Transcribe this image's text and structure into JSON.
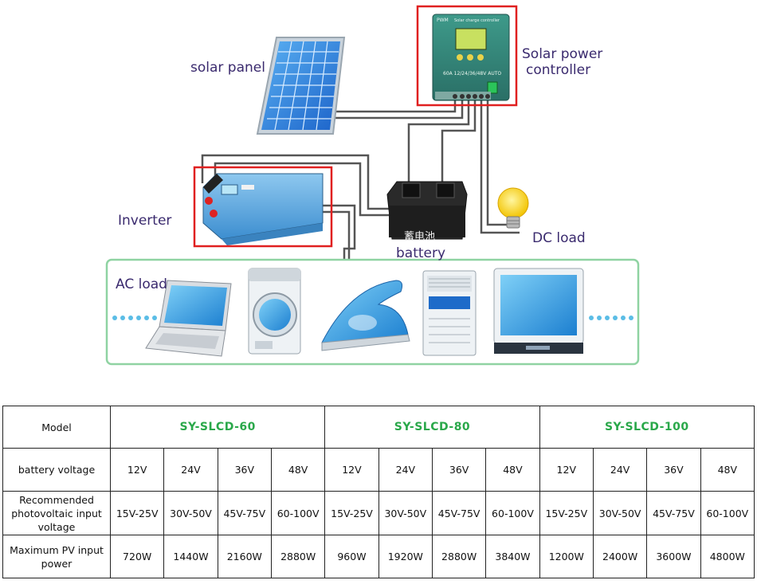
{
  "diagram": {
    "solar_panel_label": "solar panel",
    "controller_label_line1": "Solar power",
    "controller_label_line2": "controller",
    "controller_brand": "PWM",
    "controller_subtitle": "Solar charge controller",
    "controller_spec": "60A 12/24/36/48V AUTO",
    "inverter_label": "Inverter",
    "battery_label": "battery",
    "battery_chinese": "蓄电池",
    "dc_load_label": "DC load",
    "ac_load_label": "AC load",
    "highlight_color": "#e02020",
    "ac_box_color": "#8fd3a2",
    "label_color": "#3a2a6e",
    "ac_load_icons": [
      "laptop-icon",
      "washing-machine-icon",
      "iron-icon",
      "air-purifier-icon",
      "tv-icon"
    ]
  },
  "table": {
    "model_header": "Model",
    "models": [
      "SY-SLCD-60",
      "SY-SLCD-80",
      "SY-SLCD-100"
    ],
    "model_color": "#2aa84a",
    "rows": [
      {
        "label": "battery voltage",
        "values": [
          "12V",
          "24V",
          "36V",
          "48V",
          "12V",
          "24V",
          "36V",
          "48V",
          "12V",
          "24V",
          "36V",
          "48V"
        ]
      },
      {
        "label": "Recommended photovoltaic input voltage",
        "values": [
          "15V-25V",
          "30V-50V",
          "45V-75V",
          "60-100V",
          "15V-25V",
          "30V-50V",
          "45V-75V",
          "60-100V",
          "15V-25V",
          "30V-50V",
          "45V-75V",
          "60-100V"
        ]
      },
      {
        "label": "Maximum PV input power",
        "values": [
          "720W",
          "1440W",
          "2160W",
          "2880W",
          "960W",
          "1920W",
          "2880W",
          "3840W",
          "1200W",
          "2400W",
          "3600W",
          "4800W"
        ]
      }
    ]
  }
}
